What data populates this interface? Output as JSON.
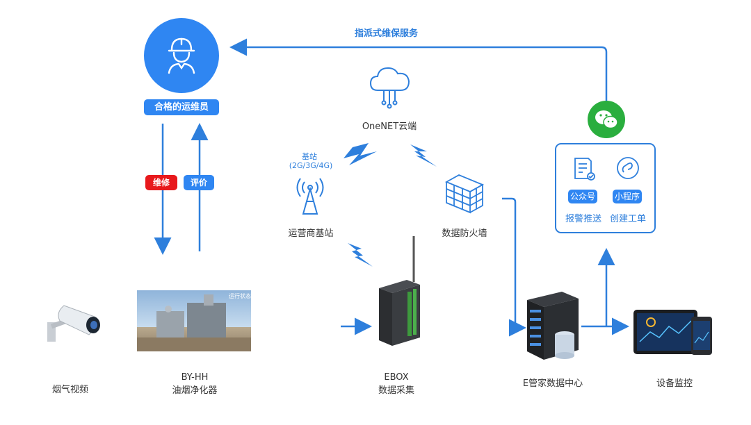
{
  "service_label": "指派式维保服务",
  "worker": {
    "label": "合格的运维员"
  },
  "repair_label": "维修",
  "review_label": "评价",
  "cloud": {
    "label": "OneNET云端"
  },
  "base_station": {
    "title": "基站",
    "sub": "(2G/3G/4G)",
    "label": "运营商基站"
  },
  "firewall": {
    "label": "数据防火墙"
  },
  "wechat_panel": {
    "btn1": "公众号",
    "btn2": "小程序",
    "text1": "报警推送",
    "text2": "创建工单"
  },
  "camera": {
    "label": "烟气视频"
  },
  "purifier": {
    "label_line1": "BY-HH",
    "label_line2": "油烟净化器",
    "photo_tag": "运行状态"
  },
  "ebox": {
    "label_line1": "EBOX",
    "label_line2": "数据采集"
  },
  "datacenter": {
    "label": "E管家数据中心"
  },
  "monitor": {
    "label": "设备监控"
  },
  "colors": {
    "accent": "#2e7fdc",
    "circle": "#2f86f2",
    "red": "#e8191c",
    "wechat": "#2aae3e"
  },
  "icons": [
    "worker-icon",
    "cloud-icon",
    "antenna-icon",
    "firewall-icon",
    "wechat-icon",
    "document-icon",
    "miniprogram-icon",
    "camera-icon",
    "server-icon",
    "tablet-icon",
    "phone-icon"
  ]
}
